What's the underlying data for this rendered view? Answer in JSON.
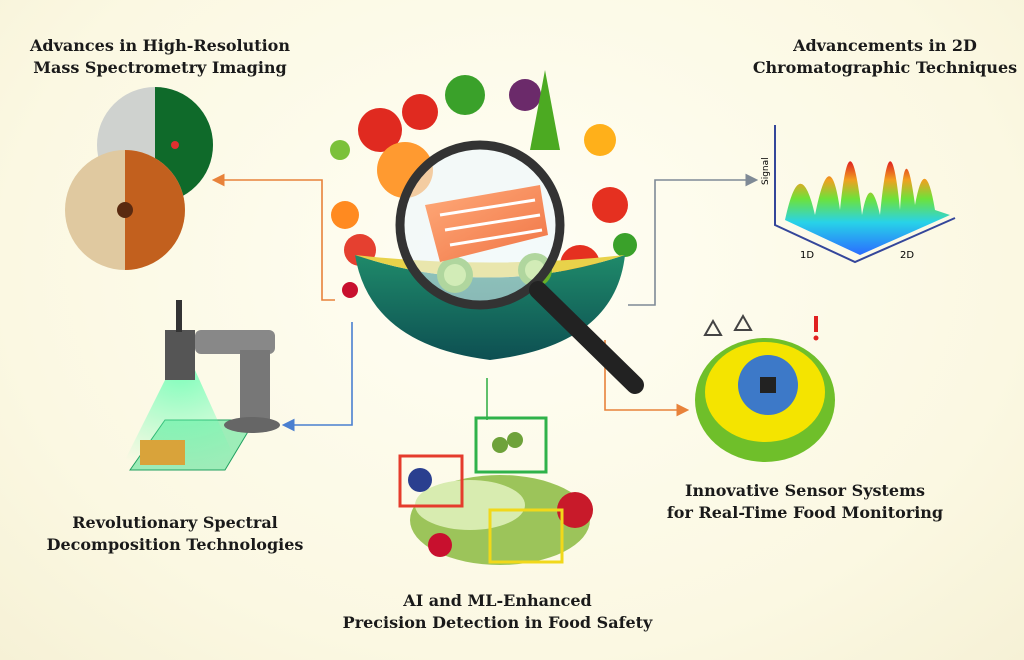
{
  "titles": {
    "mass_spec": [
      "Advances in High-Resolution",
      "Mass Spectrometry Imaging"
    ],
    "chromatography": [
      "Advancements in 2D",
      "Chromatographic Techniques"
    ],
    "spectral": [
      "Revolutionary Spectral",
      "Decomposition Technologies"
    ],
    "ai_ml": [
      "AI and ML-Enhanced",
      "Precision Detection in Food Safety"
    ],
    "sensor": [
      "Innovative Sensor Systems",
      "for Real-Time Food Monitoring"
    ]
  },
  "chart_labels": {
    "y": "Signal",
    "x1": "1D",
    "x2": "2D"
  },
  "colors": {
    "orange": "#e8823a",
    "blue": "#4a7fd0",
    "gray": "#7f8a96",
    "green": "#38b04a",
    "red_box": "#e53b2c",
    "green_box": "#2fb24a",
    "yellow_box": "#f1d81a"
  }
}
